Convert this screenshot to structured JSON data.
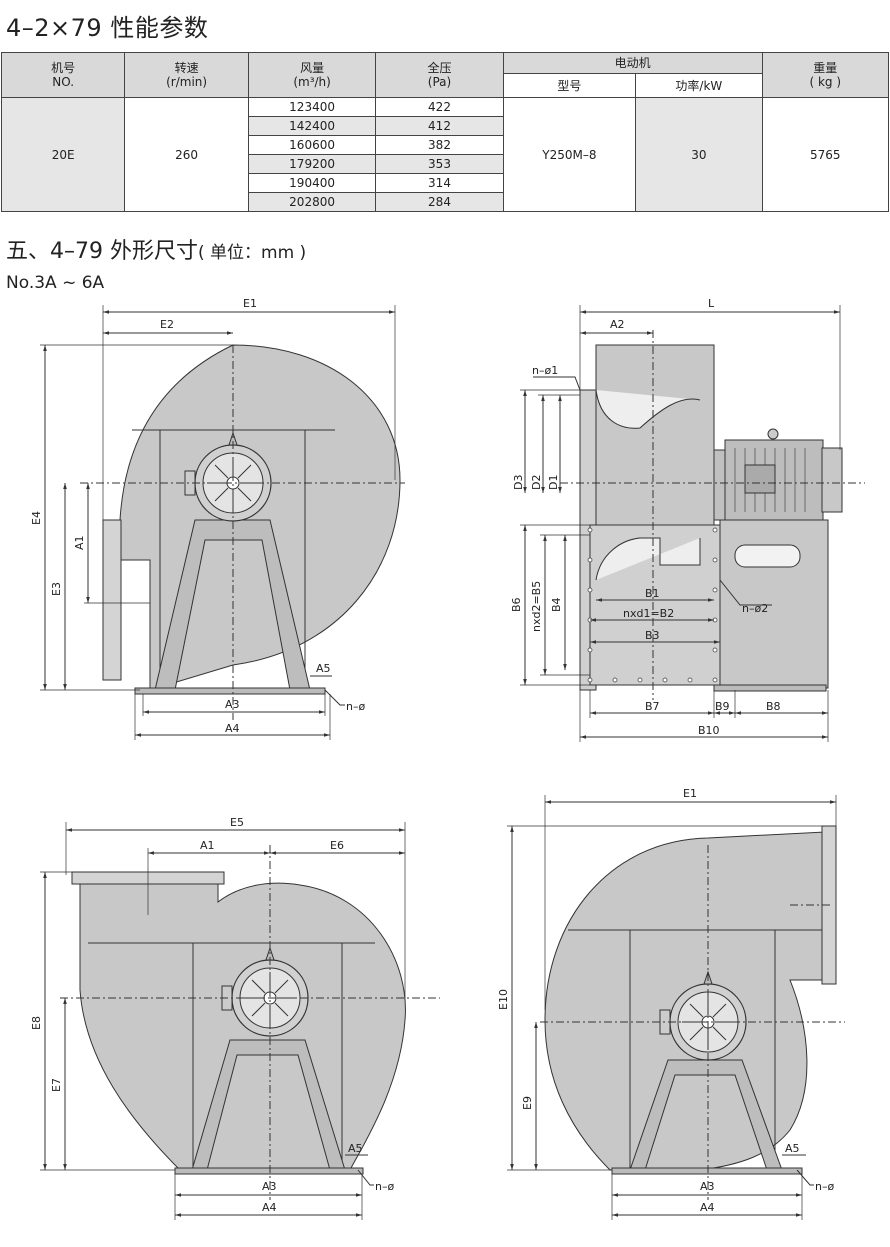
{
  "title": "4–2×79 性能参数",
  "table": {
    "h_no_cn": "机号",
    "h_no_en": "NO.",
    "h_speed_cn": "转速",
    "h_speed_unit": "(r/min)",
    "h_flow_cn": "风量",
    "h_flow_unit": "(m³/h)",
    "h_press_cn": "全压",
    "h_press_unit": "(Pa)",
    "h_motor": "电动机",
    "h_model": "型号",
    "h_power": "功率/kW",
    "h_weight_cn": "重量",
    "h_weight_unit": "( kg )",
    "no": "20E",
    "speed": "260",
    "rows": [
      {
        "flow": "123400",
        "pressure": "422"
      },
      {
        "flow": "142400",
        "pressure": "412"
      },
      {
        "flow": "160600",
        "pressure": "382"
      },
      {
        "flow": "179200",
        "pressure": "353"
      },
      {
        "flow": "190400",
        "pressure": "314"
      },
      {
        "flow": "202800",
        "pressure": "284"
      }
    ],
    "model": "Y250M–8",
    "power": "30",
    "weight": "5765"
  },
  "section_title": "五、4–79 外形尺寸",
  "section_unit": "( 单位：mm )",
  "subtitle": "No.3A ~ 6A",
  "labels": {
    "E1": "E1",
    "E2": "E2",
    "E3": "E3",
    "E4": "E4",
    "A1": "A1",
    "A3": "A3",
    "A4": "A4",
    "A5": "A5",
    "n_phi": "n–ø",
    "L": "L",
    "A2": "A2",
    "n_phi1": "n–ø1",
    "D1": "D1",
    "D2": "D2",
    "D3": "D3",
    "B1": "B1",
    "nxd1": "nxd1=B2",
    "B3": "B3",
    "B4": "B4",
    "nxd2": "nxd2=B5",
    "B6": "B6",
    "n_phi2": "n–ø2",
    "B7": "B7",
    "B8": "B8",
    "B9": "B9",
    "B10": "B10",
    "E5": "E5",
    "E6": "E6",
    "E7": "E7",
    "E8": "E8",
    "E9": "E9",
    "E10": "E10"
  },
  "colors": {
    "body": "#c8c8c8",
    "line": "#333333",
    "motor": "#bdbdbd"
  }
}
